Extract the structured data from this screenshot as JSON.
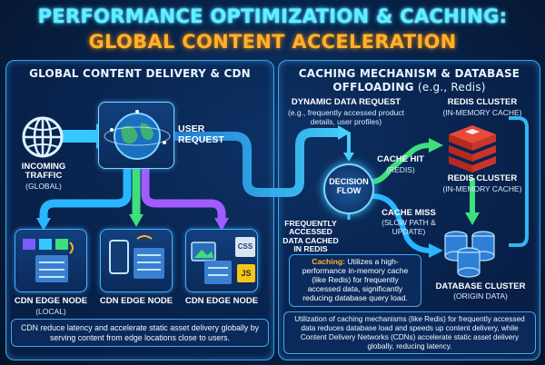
{
  "header": {
    "title_line1": "PERFORMANCE OPTIMIZATION & CACHING:",
    "title_line2": "GLOBAL CONTENT ACCELERATION"
  },
  "left_panel": {
    "title": "GLOBAL CONTENT DELIVERY & CDN",
    "incoming_traffic": "INCOMING TRAFFIC",
    "incoming_traffic_sub": "(GLOBAL)",
    "user_request": "USER REQUEST",
    "edge_nodes": [
      {
        "label": "CDN EDGE NODE",
        "sub": "(LOCAL)"
      },
      {
        "label": "CDN EDGE NODE",
        "sub": ""
      },
      {
        "label": "CDN EDGE NODE",
        "sub": ""
      }
    ],
    "file_badges": {
      "css": "CSS",
      "js": "JS"
    },
    "footer": "CDN reduce latency and accelerate static asset delivery globally by serving content from edge locations close to users."
  },
  "right_panel": {
    "title_line1": "CACHING MECHANISM & DATABASE",
    "title_line2": "OFFLOADING",
    "title_suffix": "(e.g., Redis)",
    "dynamic_request": "DYNAMIC DATA REQUEST",
    "dynamic_request_sub": "(e.g., frequently accessed product details, user profiles)",
    "decision_flow": "DECISION FLOW",
    "cache_hit": "CACHE HIT",
    "cache_hit_sub": "(REDIS)",
    "cache_miss": "CACHE MISS",
    "cache_miss_sub": "(SLOW PATH & UPDATE)",
    "redis_top": "REDIS CLUSTER",
    "redis_top_sub": "(IN-MEMORY CACHE)",
    "redis_mid": "REDIS CLUSTER",
    "redis_mid_sub": "(IN-MEMORY CACHE)",
    "frequently_accessed": "FREQUENTLY ACCESSED DATA CACHED IN REDIS",
    "caching_label": "Caching:",
    "caching_text": " Utilizes a high-performance in-memory cache (like Redis) for frequently accessed data, significantly reducing database query load.",
    "database": "DATABASE CLUSTER",
    "database_sub": "(ORIGIN DATA)",
    "footer": "Utilization of caching mechanisms (like Redis) for frequently accessed data reduces database load and speeds up content delivery, while Content Delivery Networks (CDNs) accelerate static asset delivery globally, reducing latency."
  },
  "colors": {
    "accent_cyan": "#5ff0ff",
    "accent_orange": "#ffb12a",
    "flow_blue": "#29b6ff",
    "flow_green": "#3ee07a",
    "flow_purple": "#a05cff",
    "redis_red": "#d83a2e"
  }
}
